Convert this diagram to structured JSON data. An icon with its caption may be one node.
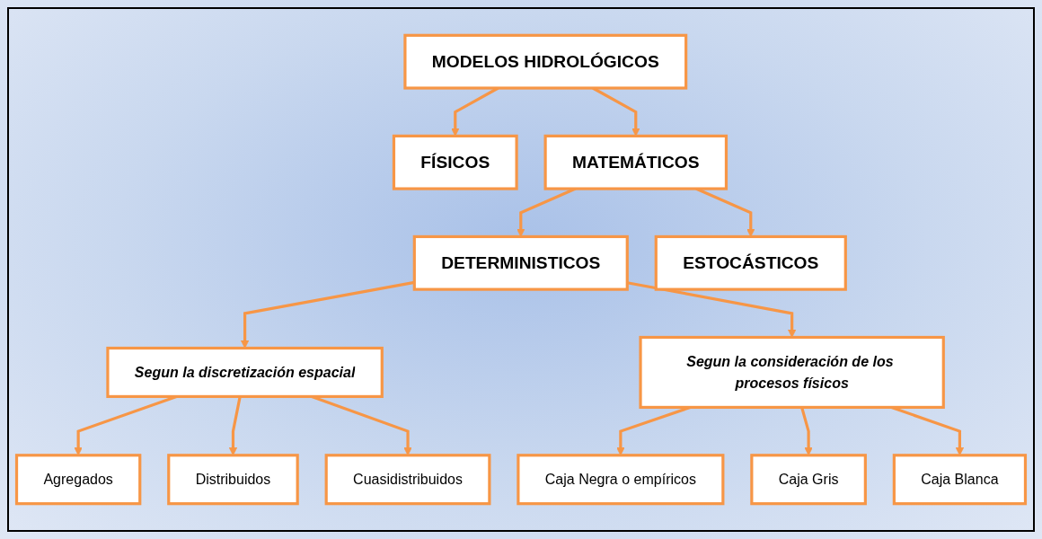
{
  "diagram": {
    "nodes": [
      {
        "text": [
          "MODELOS HIDROLÓGICOS"
        ]
      },
      {
        "text": [
          "FÍSICOS"
        ]
      },
      {
        "text": [
          "MATEMÁTICOS"
        ]
      },
      {
        "text": [
          "DETERMINISTICOS"
        ]
      },
      {
        "text": [
          "ESTOCÁSTICOS"
        ]
      },
      {
        "text": [
          "Segun la discretización espacial"
        ]
      },
      {
        "text": [
          "Segun la consideración de los procesos físicos"
        ]
      },
      {
        "text": [
          "Agregados"
        ]
      },
      {
        "text": [
          "Distribuidos"
        ]
      },
      {
        "text": [
          "Cuasidistribuidos"
        ]
      },
      {
        "text": [
          "Caja Negra o empíricos"
        ]
      },
      {
        "text": [
          "Caja Gris"
        ]
      },
      {
        "text": [
          "Caja Blanca"
        ]
      }
    ],
    "edges": [
      {
        "from": 0,
        "to": 1,
        "arrow": "to"
      },
      {
        "from": 0,
        "to": 2,
        "arrow": "to"
      },
      {
        "from": 2,
        "to": 3,
        "arrow": "to"
      },
      {
        "from": 2,
        "to": 4,
        "arrow": "to"
      },
      {
        "from": 3,
        "to": 5,
        "arrow": "to"
      },
      {
        "from": 3,
        "to": 6,
        "arrow": "to"
      },
      {
        "from": 5,
        "to": 7,
        "arrow": "to"
      },
      {
        "from": 5,
        "to": 8,
        "arrow": "to"
      },
      {
        "from": 5,
        "to": 9,
        "arrow": "to"
      },
      {
        "from": 6,
        "to": 10,
        "arrow": "to"
      },
      {
        "from": 6,
        "to": 11,
        "arrow": "to"
      },
      {
        "from": 6,
        "to": 12,
        "arrow": "to"
      }
    ]
  }
}
